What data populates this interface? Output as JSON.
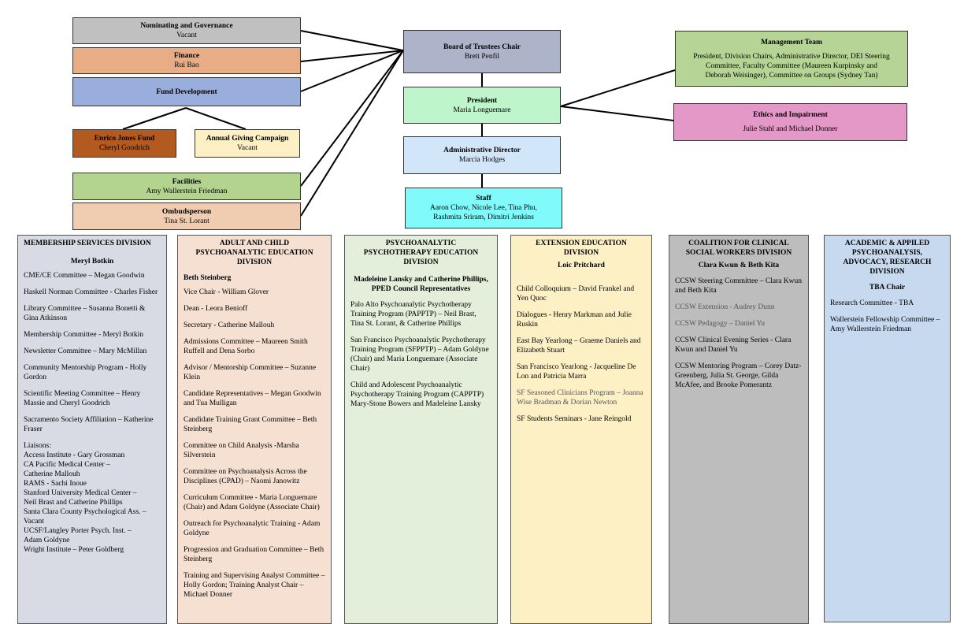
{
  "top_left": {
    "nominating": {
      "title": "Nominating and Governance",
      "name": "Vacant"
    },
    "finance": {
      "title": "Finance",
      "name": "Rui Bao"
    },
    "fund_dev": {
      "title": "Fund Development"
    },
    "enrico": {
      "title": "Enrico Jones Fund",
      "name": "Cheryl Goodrich"
    },
    "annual": {
      "title": "Annual Giving Campaign",
      "name": "Vacant"
    },
    "facilities": {
      "title": "Facilities",
      "name": "Amy Wallerstein Friedman"
    },
    "ombuds": {
      "title": "Ombudsperson",
      "name": "Tina St. Lorant"
    }
  },
  "center": {
    "board": {
      "title": "Board of Trustees Chair",
      "name": "Brett Penfil"
    },
    "president": {
      "title": "President",
      "name": "Maria Longuemare"
    },
    "admin": {
      "title": "Administrative Director",
      "name": "Marcia Hodges"
    },
    "staff": {
      "title": "Staff",
      "name1": "Aaron Chow, Nicole Lee, Tina Phu,",
      "name2": "Rashmita Sriram, Dimitri Jenkins"
    }
  },
  "right": {
    "mgmt": {
      "title": "Management Team",
      "l1": "President, Division Chairs, Administrative Director, DEI Steering",
      "l2": "Committee, Faculty Committee (Maureen Kurpinsky and",
      "l3": "Deborah Weisinger), Committee on Groups (Sydney Tan)"
    },
    "ethics": {
      "title": "Ethics and Impairment",
      "name": "Julie Stahl and Michael Donner"
    }
  },
  "columns": [
    {
      "header": "MEMBERSHIP SERVICES DIVISION",
      "lead": "Meryl Botkin",
      "items": [
        "CME/CE Committee – Megan Goodwin",
        "Haskell Norman Committee - Charles Fisher",
        "Library Committee – Susanna Bonetti & Gina Atkinson",
        "Membership Committee - Meryl Botkin",
        "Newsletter Committee – Mary McMillan",
        "Community Mentorship Program - Holly Gordon",
        "Scientific Meeting Committee – Henry Massie and Cheryl Goodrich",
        "Sacramento Society Affiliation – Katherine Fraser"
      ],
      "liaisons_label": "Liaisons:",
      "liaisons": [
        "Access Institute - Gary Grossman",
        "CA Pacific Medical Center –",
        "Catherine Mallouh",
        "RAMS - Sachi Inoue",
        "Stanford University Medical Center –",
        "Neil Brast and Catherine Phillips",
        "Santa Clara County Psychological Ass. –",
        "Vacant",
        "UCSF/Langley Porter Psych. Inst.  –",
        "Adam Goldyne",
        "Wright Institute – Peter Goldberg"
      ]
    },
    {
      "header": "ADULT AND CHILD PSYCHOANALYTIC EDUCATION DIVISION",
      "lead": "Beth Steinberg",
      "items": [
        "Vice Chair - William Glover",
        "Dean - Leora Benioff",
        "Secretary - Catherine Mallouh",
        "Admissions Committee – Maureen Smith Ruffell and Dena Sorbo",
        "Advisor / Mentorship Committee – Suzanne Klein",
        "Candidate Representatives – Megan Goodwin and Tua Mulligan",
        "Candidate Training Grant Committee – Beth Steinberg",
        "Committee on Child Analysis -Marsha Silverstein",
        "Committee on Psychoanalysis Across the Disciplines (CPAD) – Naomi Janowitz",
        "Curriculum Committee - Maria Longuemare (Chair) and Adam Goldyne (Associate Chair)",
        "Outreach for Psychoanalytic Training - Adam Goldyne",
        "Progression and Graduation Committee – Beth Steinberg",
        "Training and Supervising Analyst Committee – Holly Gordon; Training Analyst Chair – Michael Donner"
      ]
    },
    {
      "header": "PSYCHOANALYTIC PSYCHOTHERAPY EDUCATION DIVISION",
      "lead": "Madeleine Lansky and Catherine Phillips, PPED Council Representatives",
      "items": [
        "Palo Alto Psychoanalytic Psychotherapy Training Program (PAPPTP) – Neil Brast, Tina St. Lorant, & Catherine Phillips",
        "San Francisco Psychoanalytic Psychotherapy Training Program (SFPPTP) – Adam Goldyne (Chair) and Maria Longuemare (Associate Chair)",
        "Child and Adolescent Psychoanalytic Psychotherapy Training Program (CAPPTP) Mary-Stone Bowers and Madeleine Lansky"
      ]
    },
    {
      "header": "EXTENSION EDUCATION DIVISION",
      "lead": "Loic Pritchard",
      "items": [
        "Child Colloquium – David Frankel and Yen Quoc",
        "Dialogues - Henry Markman and Julie Ruskin",
        "East Bay Yearlong – Graeme Daniels and Elizabeth Stuart",
        "San Francisco Yearlong - Jacqueline De Lon and Patricia Marra",
        "SF Seasoned Clinicians Program – Joanna Wise Bradman & Dorian Newton",
        "SF Students Seminars - Jane Reingold"
      ]
    },
    {
      "header": "COALITION FOR CLINICAL SOCIAL WORKERS DIVISION",
      "lead": "Clara Kwun & Beth Kita",
      "items": [
        "CCSW Steering Committee – Clara Kwun and Beth Kita",
        "CCSW Extension - Audrey Dunn",
        "CCSW Pedagogy – Daniel Yu",
        "CCSW Clinical Evening Series - Clara Kwun and Daniel Yu",
        "CCSW Mentoring Program – Corey Datz-Greenberg, Julia St. George, Gilda McAfee, and Brooke Pomerantz"
      ]
    },
    {
      "header": "ACADEMIC & APPILED PSYCHOANALYSIS, ADVOCACY, RESEARCH DIVISION",
      "lead": "TBA Chair",
      "items": [
        "Research Committee - TBA",
        "Wallerstein Fellowship Committee – Amy Wallerstein Friedman"
      ]
    }
  ],
  "colors": {
    "nominating": "#c0c0c0",
    "finance": "#e8ad85",
    "fund_dev": "#9aaede",
    "enrico": "#b25a20",
    "annual": "#fcf0c4",
    "facilities": "#b3d48f",
    "ombuds": "#f0cdb1",
    "board": "#adb3c8",
    "president": "#bff5cb",
    "admin": "#d2e6fa",
    "staff": "#80fafa",
    "mgmt": "#b5d496",
    "ethics": "#e498c8",
    "col1": "#d8dbe3",
    "col2": "#f6e0d2",
    "col3": "#e3eedb",
    "col4": "#fcf0c4",
    "col5": "#bdbdbd",
    "col6": "#c6d9ef"
  }
}
